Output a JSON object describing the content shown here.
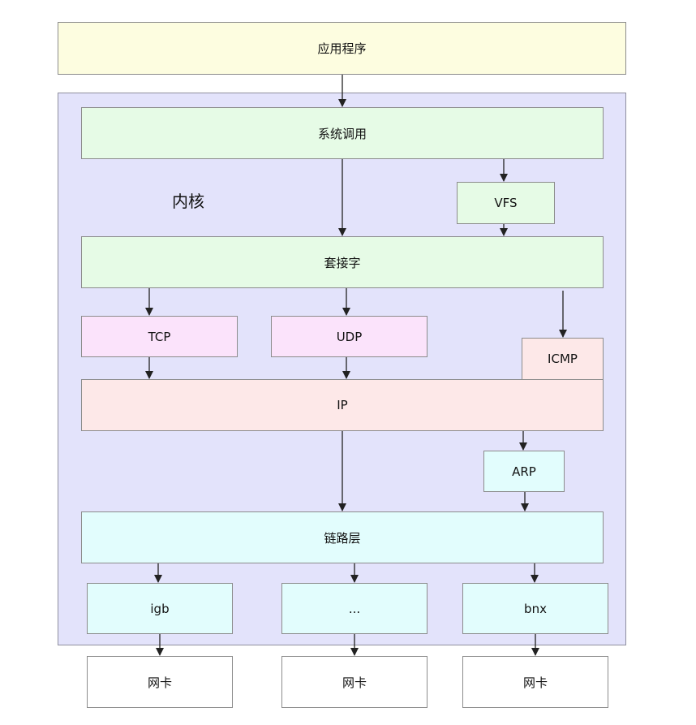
{
  "nodes": {
    "app": "应用程序",
    "kernel": "内核",
    "syscall": "系统调用",
    "vfs": "VFS",
    "socket": "套接字",
    "tcp": "TCP",
    "udp": "UDP",
    "icmp": "ICMP",
    "ip": "IP",
    "arp": "ARP",
    "link": "链路层",
    "igb": "igb",
    "dots": "...",
    "bnx": "bnx",
    "nic1": "网卡",
    "nic2": "网卡",
    "nic3": "网卡"
  },
  "colors": {
    "app": "#fdfde0",
    "kernel": "#e3e3fb",
    "green": "#e6fbe6",
    "pink": "#fbe3fb",
    "salmon": "#fde8e8",
    "cyan": "#e2fdfd",
    "arrow": "#222222"
  }
}
